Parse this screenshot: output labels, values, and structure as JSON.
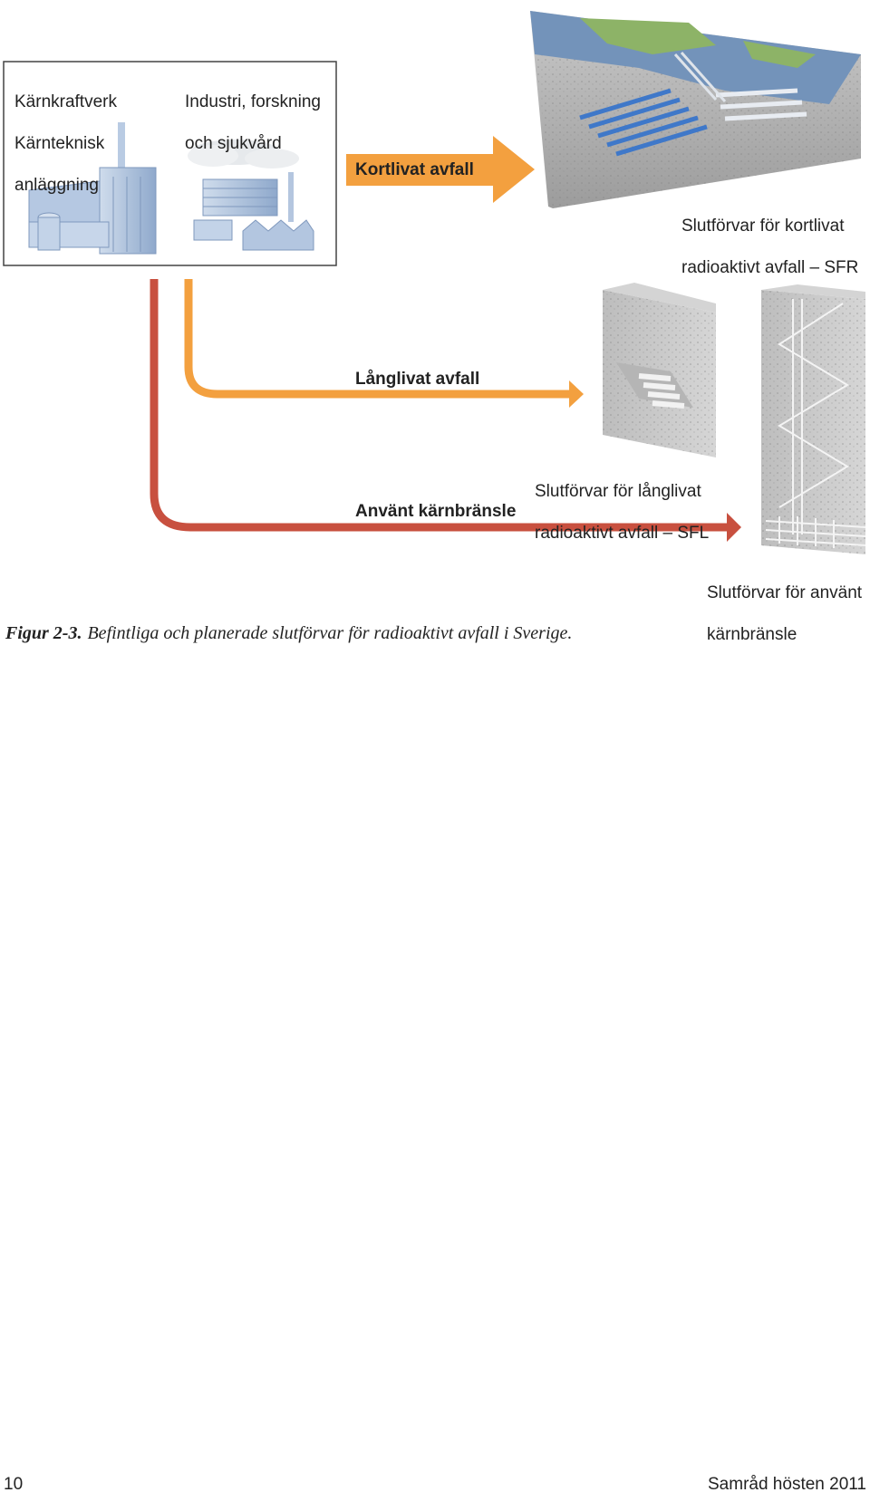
{
  "sources": {
    "nuclear": [
      "Kärnkraftverk",
      "Kärnteknisk",
      "anläggning"
    ],
    "industry": [
      "Industri, forskning",
      "och sjukvård"
    ]
  },
  "flows": {
    "short_lived": "Kortlivat avfall",
    "long_lived": "Långlivat avfall",
    "spent_fuel": "Använt kärnbränsle"
  },
  "repositories": {
    "sfr": [
      "Slutförvar för kortlivat",
      "radioaktivt avfall – SFR"
    ],
    "sfl": [
      "Slutförvar för långlivat",
      "radioaktivt avfall – SFL"
    ],
    "spent": [
      "Slutförvar för använt",
      "kärnbränsle"
    ]
  },
  "caption": {
    "number": "Figur 2-3.",
    "text": "Befintliga och planerade slutförvar för radioaktivt avfall i Sverige."
  },
  "footer": {
    "page": "10",
    "title": "Samråd hösten 2011"
  },
  "colors": {
    "short_lived_arrow": "#f3a03f",
    "long_lived_arrow": "#f3a03f",
    "spent_fuel_arrow": "#c8503f",
    "building": "#a9bfdc",
    "rock": "#a7a7a7",
    "water": "#6f8fb4",
    "land": "#8db367"
  }
}
